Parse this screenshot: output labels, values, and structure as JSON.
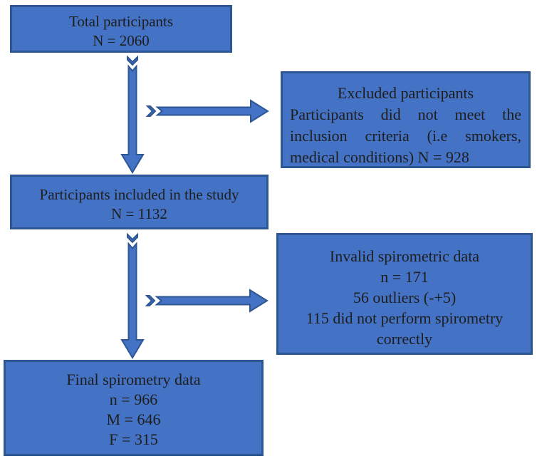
{
  "figure": {
    "background_color": "#ffffff",
    "box_fill_color": "#4472c4",
    "box_border_color": "#2e5693",
    "arrow_fill_color": "#4472c4",
    "arrow_border_color": "#2e5693",
    "text_color": "#1e1e1e"
  },
  "diagram": {
    "type": "participant-flowchart",
    "boxes": {
      "total": {
        "lines": [
          "Total participants",
          "N = 2060"
        ]
      },
      "excluded": {
        "title": "Excluded participants",
        "body_lines": [
          "Participants did not meet the",
          "inclusion criteria (i.e smokers,",
          "medical conditions) N = 928"
        ]
      },
      "included": {
        "lines": [
          "Participants included in the study",
          "N = 1132"
        ]
      },
      "invalid": {
        "lines": [
          "Invalid spirometric data",
          "n = 171",
          "56 outliers (-+5)",
          "115 did not perform spirometry",
          "correctly"
        ]
      },
      "final": {
        "lines": [
          "Final spirometry data",
          "n = 966",
          "M = 646",
          "F = 315"
        ]
      }
    },
    "arrows": [
      {
        "from": "total",
        "to": "included",
        "direction": "down"
      },
      {
        "from": "total",
        "to": "excluded",
        "direction": "right"
      },
      {
        "from": "included",
        "to": "final",
        "direction": "down"
      },
      {
        "from": "included",
        "to": "invalid",
        "direction": "right"
      }
    ]
  }
}
